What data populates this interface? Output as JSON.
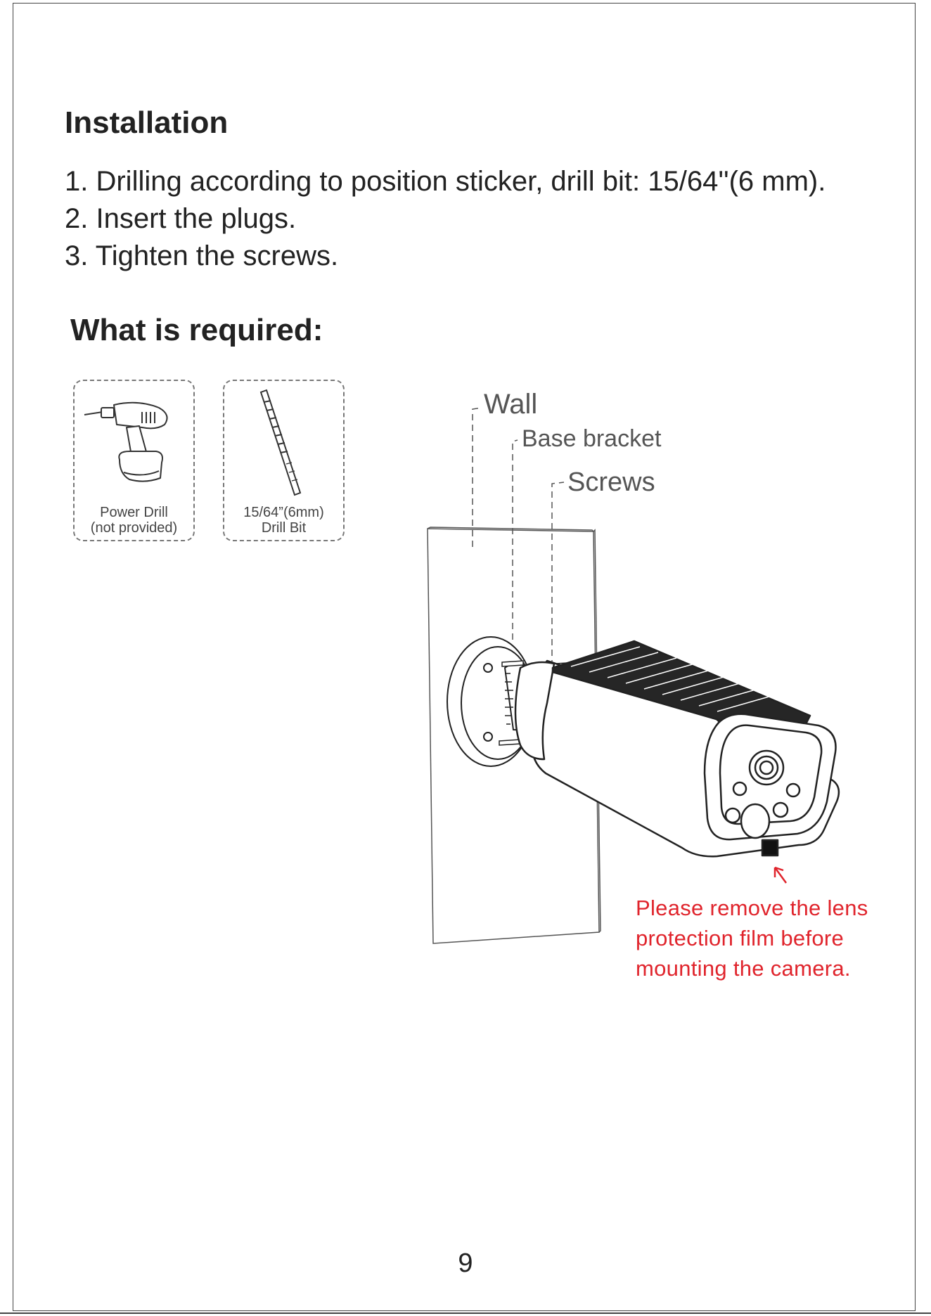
{
  "installation": {
    "title": "Installation",
    "steps": [
      "1. Drilling according to position sticker, drill bit: 15/64''(6 mm).",
      "2. Insert the plugs.",
      "3. Tighten the screws."
    ]
  },
  "required": {
    "title": "What is required:",
    "tools": [
      {
        "icon": "power-drill-icon",
        "line1": "Power Drill",
        "line2": "(not provided)"
      },
      {
        "icon": "drill-bit-icon",
        "line1": "15/64”(6mm)",
        "line2": "Drill Bit"
      }
    ]
  },
  "diagram": {
    "labels": {
      "wall": "Wall",
      "base_bracket": "Base bracket",
      "screws": "Screws"
    },
    "warning": [
      "Please remove the lens",
      "protection film before",
      "mounting the camera."
    ],
    "warning_color": "#e0242c"
  },
  "page_number": "9"
}
